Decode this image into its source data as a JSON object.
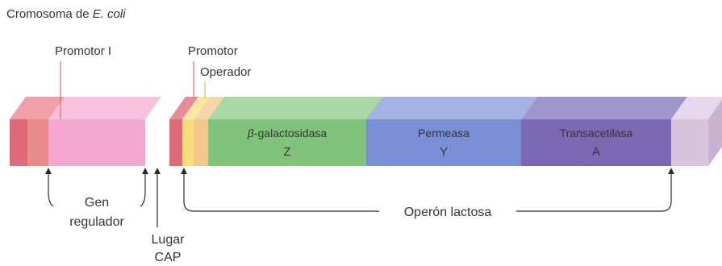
{
  "title_prefix": "Cromosoma de ",
  "title_italic": "E. coli",
  "labels": {
    "promotor_i": "Promotor I",
    "promotor": "Promotor",
    "operador": "Operador",
    "gen_line1": "Gen",
    "gen_line2": "regulador",
    "lugar_line1": "Lugar",
    "lugar_line2": "CAP",
    "operon": "Operón lactosa"
  },
  "genes": [
    {
      "name_prefix": "β",
      "name_rest": "-galactosidasa",
      "letter": "Z",
      "color": "#7fc47a"
    },
    {
      "name_prefix": "",
      "name_rest": "Permeasa",
      "letter": "Y",
      "color": "#7a8fd6"
    },
    {
      "name_prefix": "",
      "name_rest": "Transacetilasa",
      "letter": "A",
      "color": "#7a6ab4"
    }
  ],
  "colors": {
    "promoter": "#e06a7a",
    "regulator": "#f2a8cf",
    "operator_yellow": "#f5e07a",
    "operator_orange": "#f3b46a",
    "end_segment": "#d9c4de"
  }
}
